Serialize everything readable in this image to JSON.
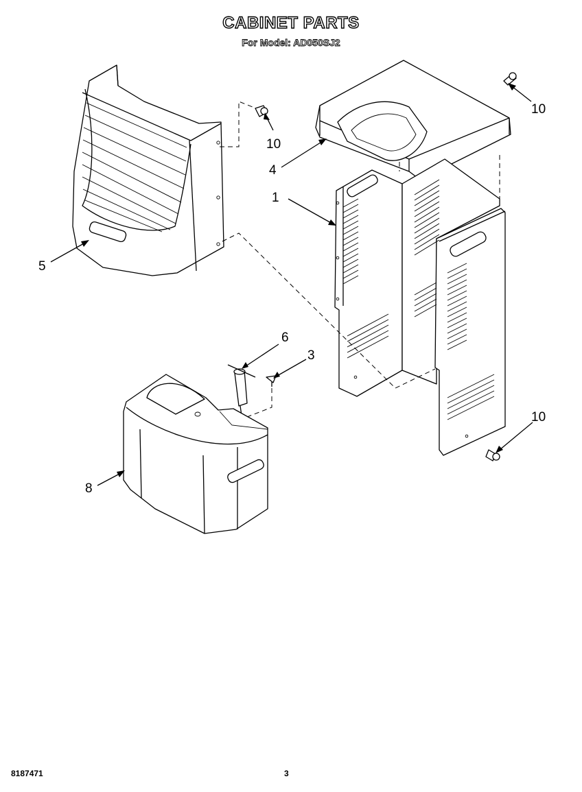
{
  "header": {
    "title": "CABINET PARTS",
    "subtitle": "For Model: AD050SJ2"
  },
  "callouts": {
    "c1": "1",
    "c3": "3",
    "c4": "4",
    "c5": "5",
    "c6": "6",
    "c8": "8",
    "c10_top_left": "10",
    "c10_top_right": "10",
    "c10_bottom_right": "10"
  },
  "footer": {
    "doc_number": "8187471",
    "page_number": "3"
  }
}
